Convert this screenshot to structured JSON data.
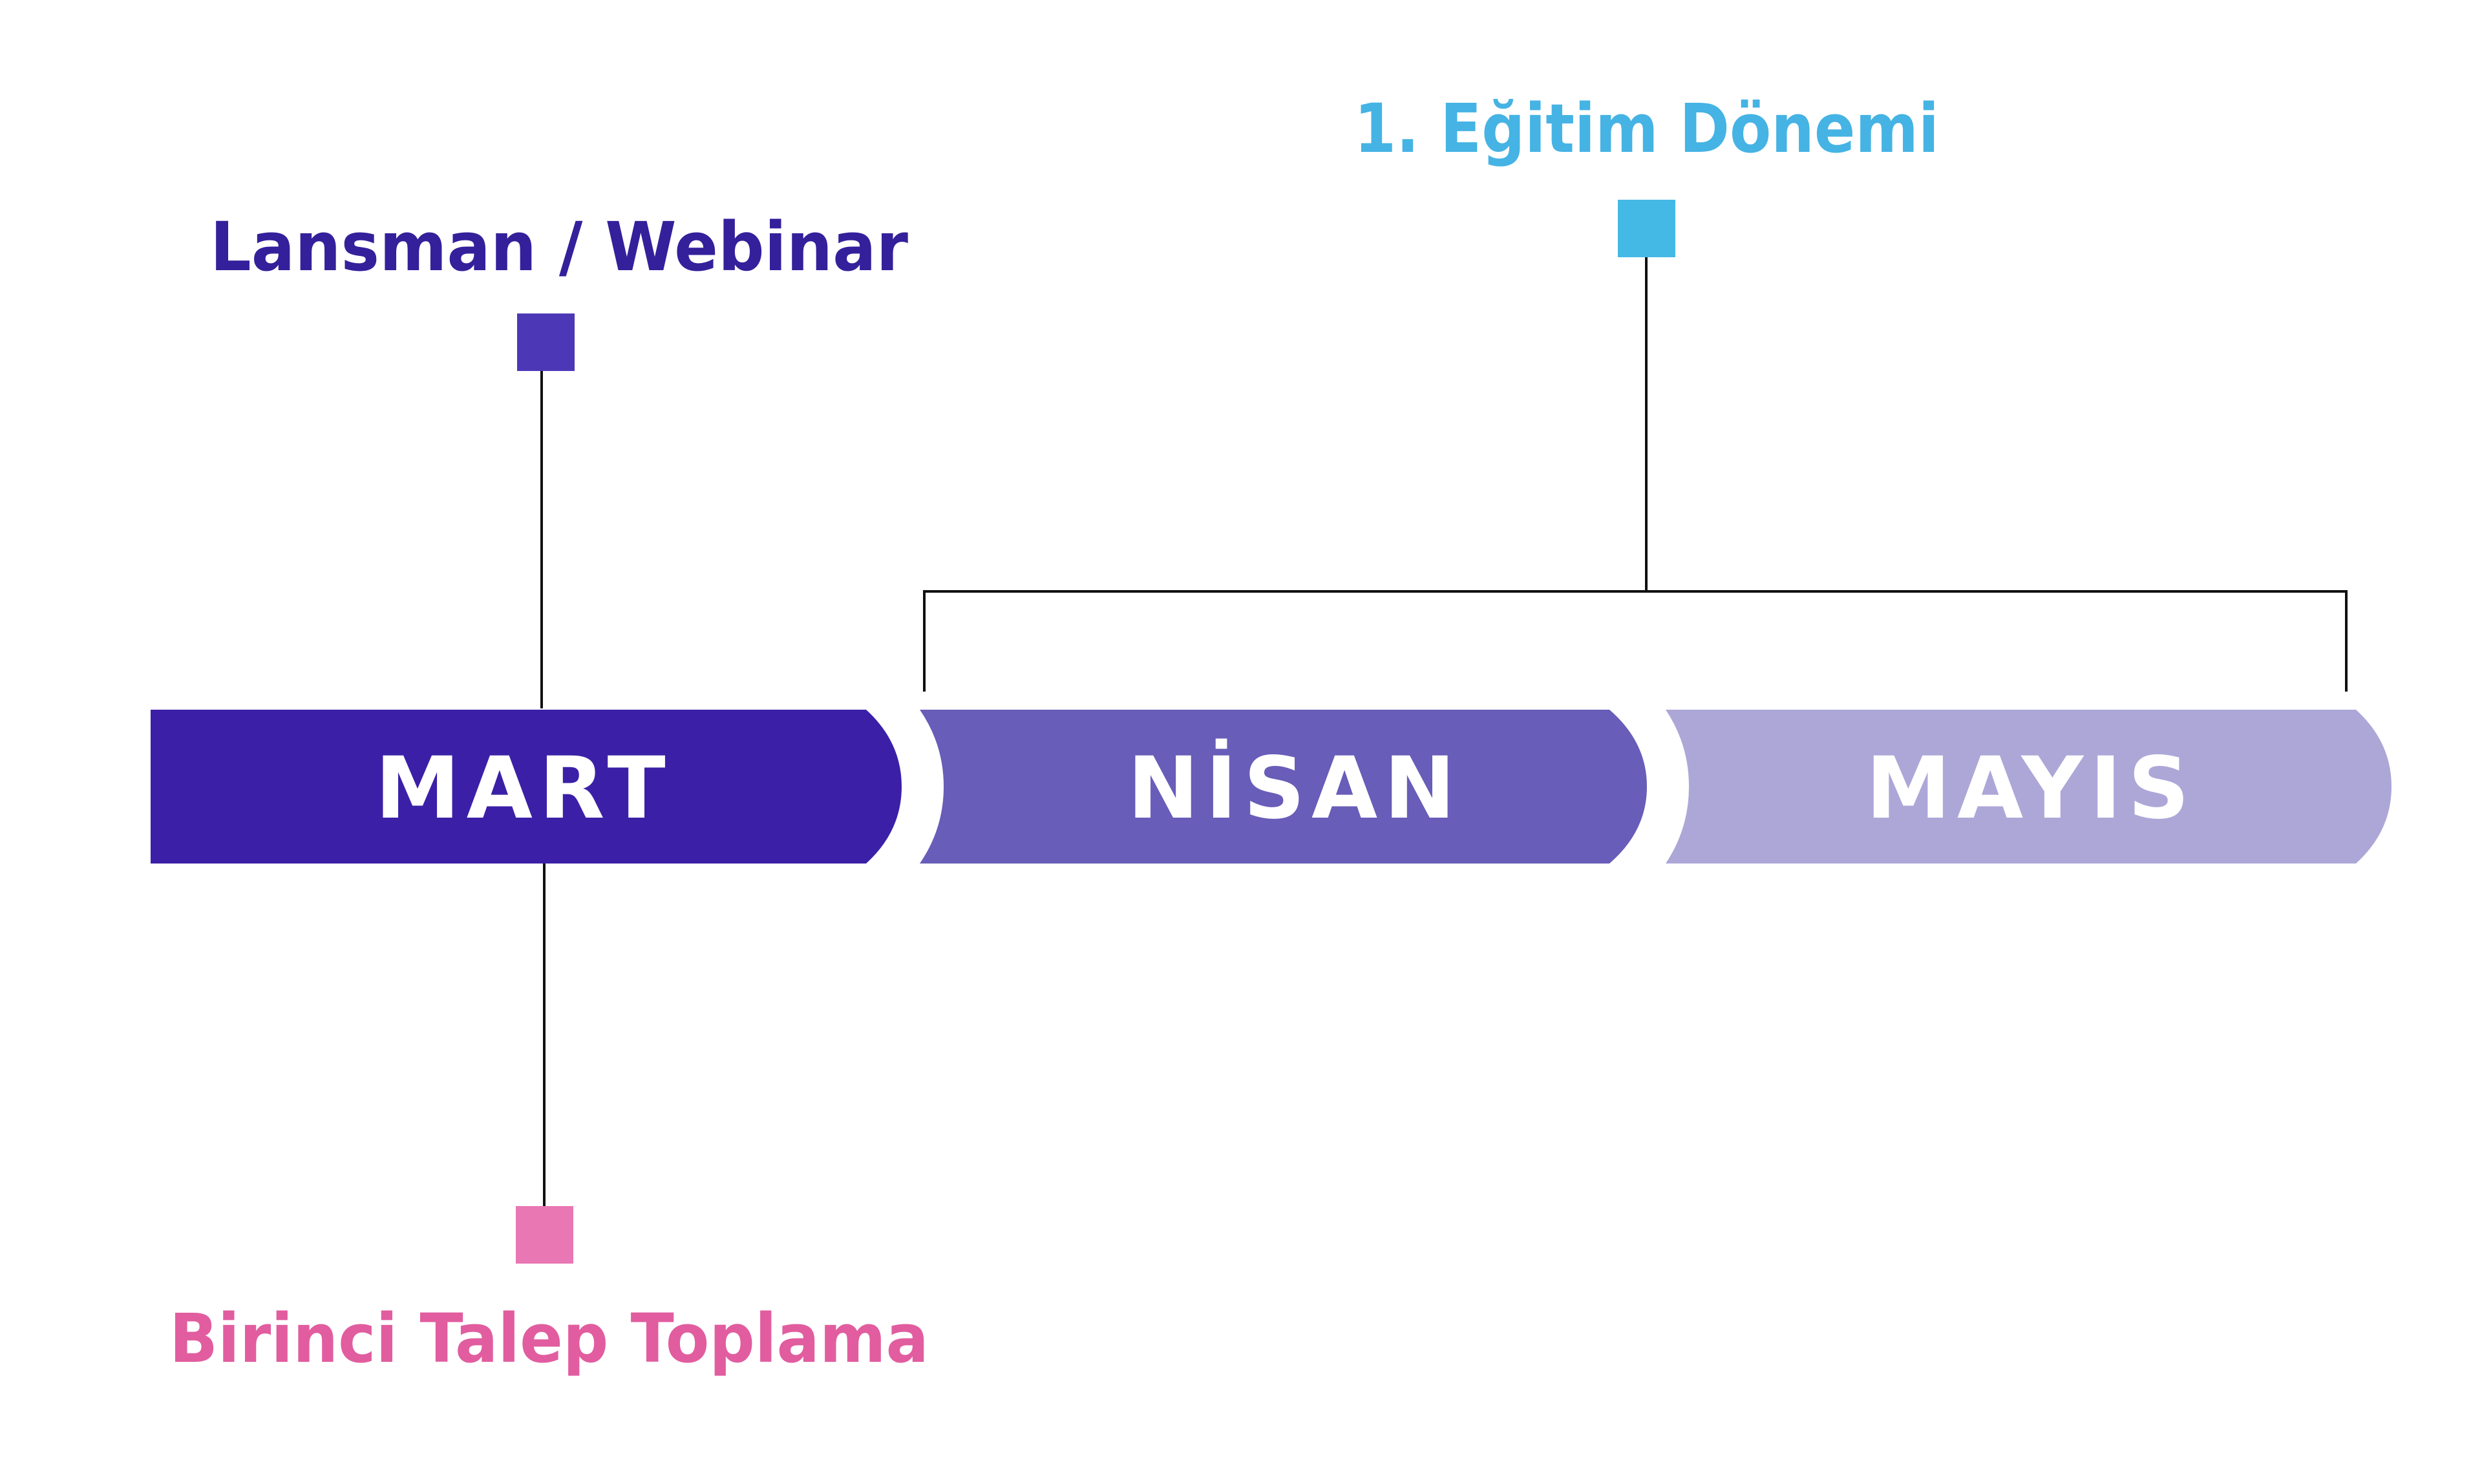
{
  "timeline": {
    "months": [
      {
        "label": "MART",
        "color": "#3b20a7"
      },
      {
        "label": "NİSAN",
        "color": "#685db8"
      },
      {
        "label": "MAYIS",
        "color": "#ada7d8"
      }
    ]
  },
  "milestones": {
    "launch": {
      "label": "Lansman / Webinar",
      "color": "#34209b",
      "marker_color": "#4c38b6"
    },
    "training": {
      "label": "1. Eğitim Dönemi",
      "color": "#45b3e4",
      "marker_color": "#45b9e6"
    },
    "demand": {
      "label": "Birinci Talep Toplama",
      "color": "#e15d9f",
      "marker_color": "#e877b3"
    }
  },
  "connector_color": "#111111"
}
